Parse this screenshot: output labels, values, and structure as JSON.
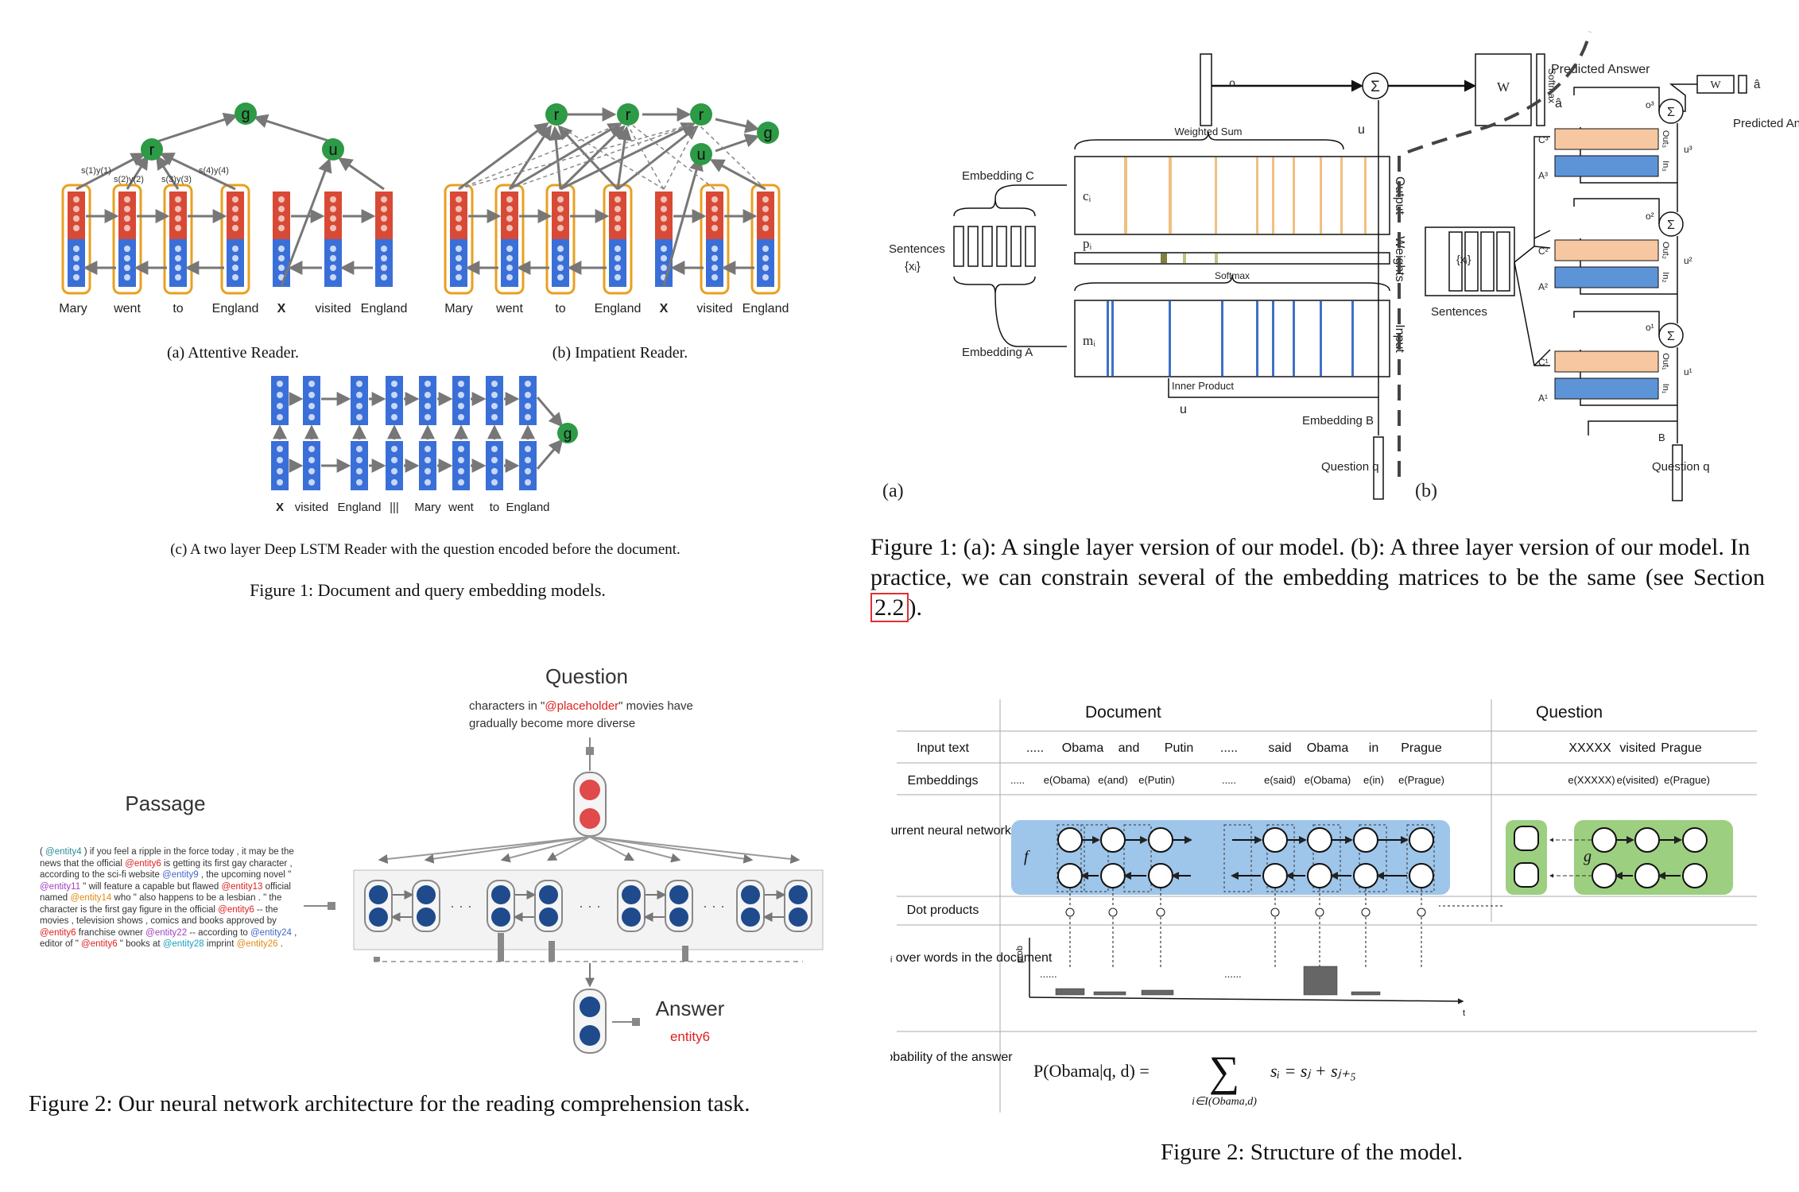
{
  "attentive": {
    "words": [
      "Mary",
      "went",
      "to",
      "England",
      "X",
      "visited",
      "England"
    ],
    "scores": [
      "s(1)y(1)",
      "s(2)y(2)",
      "s(3)y(3)",
      "s(4)y(4)"
    ],
    "nodes": {
      "r": "r",
      "u": "u",
      "g": "g"
    },
    "subcap_a": "(a) Attentive Reader.",
    "subcap_b": "(b) Impatient Reader.",
    "subcap_c": "(c) A two layer Deep LSTM Reader with the question encoded before the document.",
    "deep_words": [
      "X",
      "visited",
      "England",
      "|||",
      "Mary",
      "went",
      "to",
      "England"
    ],
    "figcap": "Figure 1: Document and query embedding models."
  },
  "memnet": {
    "labels": {
      "o": "o",
      "sigma": "Σ",
      "W": "W",
      "softmax": "Softmax",
      "predicted_answer": "Predicted Answer",
      "a_hat": "â",
      "weighted_sum": "Weighted Sum",
      "embedding_c": "Embedding C",
      "sentences": "Sentences",
      "xi": "{xᵢ}",
      "ci": "cᵢ",
      "pi": "pᵢ",
      "mi": "mᵢ",
      "output": "Output",
      "weights": "Weights",
      "input": "Input",
      "softmax_small": "Softmax",
      "embedding_a": "Embedding A",
      "inner_product": "Inner Product",
      "u": "u",
      "embedding_b": "Embedding B",
      "question_q": "Question q",
      "q": "q",
      "part_a": "(a)",
      "part_b": "(b)",
      "sentences_b": "Sentences",
      "B": "B",
      "c3": "C³",
      "a3": "A³",
      "c2": "C²",
      "a2": "A²",
      "c1": "C¹",
      "a1": "A¹",
      "o3": "o³",
      "o2": "o²",
      "o1": "o¹",
      "u3": "u³",
      "u2": "u²",
      "u1": "u¹",
      "out": "Out₃",
      "in": "In₃",
      "out2": "Out₂",
      "in2": "In₂",
      "out1": "Out₁",
      "in1": "In₁"
    },
    "figcap_1": "Figure 1: (a): A single layer version of our model. (b): A three layer version of our model. In",
    "figcap_2": "practice, we can constrain several of the embedding matrices to be the same (see Section",
    "figcap_ref": "2.2",
    "figcap_end": ")."
  },
  "nnarch": {
    "question_title": "Question",
    "question_pre": "characters in \"",
    "question_ent": "@placeholder",
    "question_post": "\" movies have",
    "question_line2": "gradually become more diverse",
    "passage_title": "Passage",
    "answer_title": "Answer",
    "answer_value": "entity6",
    "ellipsis": "· · ·",
    "figcap": "Figure 2: Our neural network architecture for the reading comprehension task.",
    "passage": [
      {
        "t": "( ",
        "c": ""
      },
      {
        "t": "@entity4",
        "c": "ent-teal"
      },
      {
        "t": " ) if you feel a ripple in the force today , it may be the news that the official ",
        "c": ""
      },
      {
        "t": "@entity6",
        "c": "ent-red"
      },
      {
        "t": " is getting its first gay character , according to the sci-fi website ",
        "c": ""
      },
      {
        "t": "@entity9",
        "c": "ent-blue"
      },
      {
        "t": " , the upcoming novel \" ",
        "c": ""
      },
      {
        "t": "@entity11",
        "c": "ent-purple"
      },
      {
        "t": " \" will feature a capable but flawed ",
        "c": ""
      },
      {
        "t": "@entity13",
        "c": "ent-red"
      },
      {
        "t": " official named ",
        "c": ""
      },
      {
        "t": "@entity14",
        "c": "ent-orange"
      },
      {
        "t": " who \" also happens to be a lesbian . \" the character is the first gay figure in the official ",
        "c": ""
      },
      {
        "t": "@entity6",
        "c": "ent-red"
      },
      {
        "t": " -- the movies , television shows , comics and books approved by ",
        "c": ""
      },
      {
        "t": "@entity6",
        "c": "ent-red"
      },
      {
        "t": " franchise owner ",
        "c": ""
      },
      {
        "t": "@entity22",
        "c": "ent-purple"
      },
      {
        "t": " -- according to ",
        "c": ""
      },
      {
        "t": "@entity24",
        "c": "ent-blue"
      },
      {
        "t": " , editor of \" ",
        "c": ""
      },
      {
        "t": "@entity6",
        "c": "ent-red"
      },
      {
        "t": " \" books at ",
        "c": ""
      },
      {
        "t": "@entity28",
        "c": "ent-cyan"
      },
      {
        "t": " imprint ",
        "c": ""
      },
      {
        "t": "@entity26",
        "c": "ent-orange"
      },
      {
        "t": " .",
        "c": ""
      }
    ]
  },
  "asreader": {
    "document": "Document",
    "question": "Question",
    "rows": [
      "Input text",
      "Embeddings",
      "Recurrent neural networks",
      "Dot products",
      "Softmax sᵢ over words in the document",
      "Probability of the answer"
    ],
    "doc_words": [
      ".....",
      "Obama",
      "and",
      "Putin",
      ".....",
      "said",
      "Obama",
      "in",
      "Prague"
    ],
    "q_words": [
      "XXXXX",
      "visited",
      "Prague"
    ],
    "doc_emb": [
      ".....",
      "e(Obama)",
      "e(and)",
      "e(Putin)",
      ".....",
      "e(said)",
      "e(Obama)",
      "e(in)",
      "e(Prague)"
    ],
    "q_emb": [
      "e(XXXXX)",
      "e(visited)",
      "e(Prague)"
    ],
    "f": "f",
    "g": "g",
    "prob_axis": "prob",
    "t_axis": "t",
    "dots": "......",
    "formula_lhs": "P(Obama|q, d) =",
    "formula_sub": "i∈I(Obama,d)",
    "formula_rhs": "sᵢ = sⱼ + sⱼ₊₅",
    "figcap": "Figure 2: Structure of the model."
  }
}
